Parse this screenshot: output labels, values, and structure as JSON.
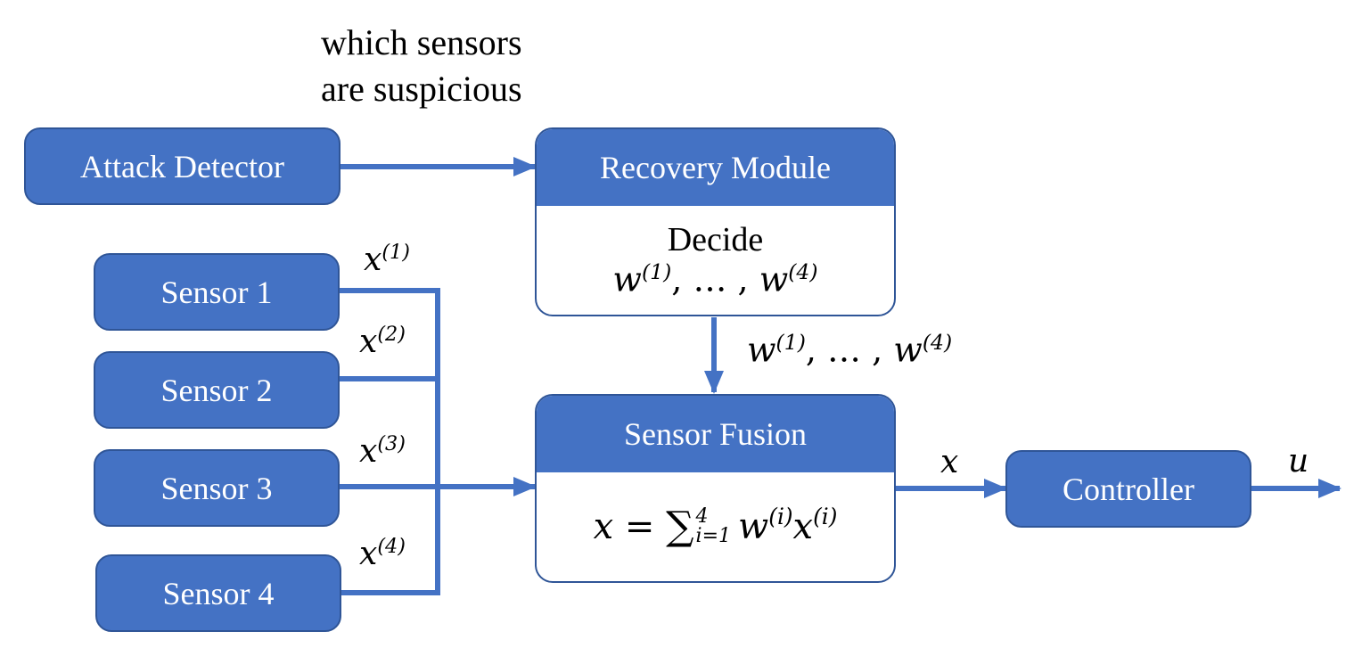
{
  "caption": {
    "line1": "which sensors",
    "line2": "are suspicious"
  },
  "nodes": {
    "attack_detector": "Attack Detector",
    "recovery_module": {
      "title": "Recovery Module",
      "body_line1": "Decide",
      "w_first_sup": "(1)",
      "separator": ", … , ",
      "w_last_sup": "(4)"
    },
    "sensors": [
      {
        "label": "Sensor 1",
        "signal_sup": "(1)"
      },
      {
        "label": "Sensor 2",
        "signal_sup": "(2)"
      },
      {
        "label": "Sensor 3",
        "signal_sup": "(3)"
      },
      {
        "label": "Sensor 4",
        "signal_sup": "(4)"
      }
    ],
    "sensor_fusion": {
      "title": "Sensor Fusion",
      "formula": {
        "lhs": "x",
        "equals": " = ",
        "sum": "∑",
        "sum_upper": "4",
        "sum_lower": "i=1",
        "w": "w",
        "w_sup": "(i)",
        "x": "x",
        "x_sup": "(i)"
      }
    },
    "controller": "Controller"
  },
  "edges": {
    "signal_symbol": "x",
    "weight_symbol": "w",
    "weights_first_sup": "(1)",
    "weights_separator": ", … , ",
    "weights_last_sup": "(4)",
    "fusion_output": "x",
    "controller_output": "u"
  },
  "colors": {
    "box_fill": "#4472c4",
    "box_border": "#2f5597",
    "line": "#4472c4"
  }
}
